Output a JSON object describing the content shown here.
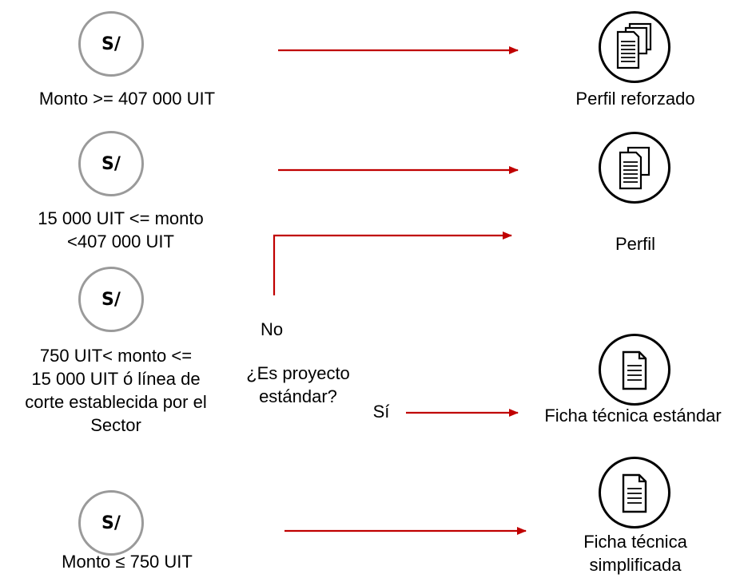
{
  "currency_symbol": "S/",
  "rows": [
    {
      "condition": "Monto >= 407 000 UIT",
      "result": "Perfil reforzado",
      "doc_icon": "triple-document-icon"
    },
    {
      "condition_lines": [
        "15 000 UIT <= monto",
        "<407 000 UIT"
      ],
      "result": "Perfil",
      "doc_icon": "double-document-icon"
    },
    {
      "condition_lines": [
        "750 UIT< monto <=",
        "15 000 UIT ó línea de",
        "corte establecida por el",
        "Sector"
      ],
      "result": "Ficha técnica estándar",
      "doc_icon": "single-document-icon"
    },
    {
      "condition": "Monto ≤ 750 UIT",
      "result_lines": [
        "Ficha técnica",
        "simplificada"
      ],
      "doc_icon": "single-document-icon"
    }
  ],
  "decision": {
    "question_lines": [
      "¿Es proyecto",
      "estándar?"
    ],
    "no_label": "No",
    "yes_label": "Sí"
  },
  "colors": {
    "arrow": "#c00000",
    "coin_border": "#9a9a9a",
    "doc_border": "#000000"
  }
}
